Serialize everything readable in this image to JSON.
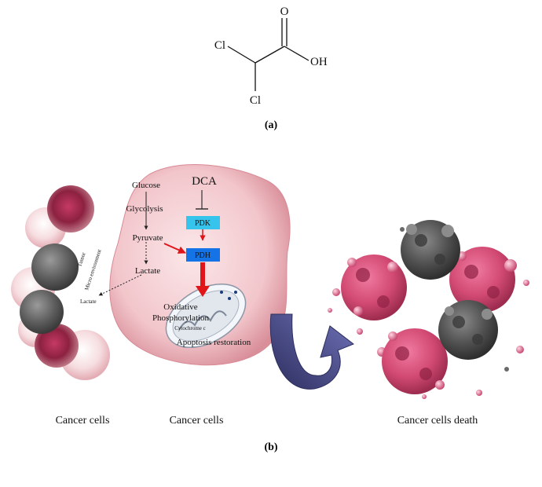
{
  "panel_a": {
    "atoms": {
      "o_top": "O",
      "cl_left": "Cl",
      "oh": "OH",
      "cl_bottom": "Cl"
    },
    "label": "(a)"
  },
  "panel_b": {
    "label": "(b)",
    "microenv": {
      "line1": "Tumor",
      "line2": "Micro environment",
      "lactate": "Lactate"
    },
    "pathway": {
      "glucose": "Glucose",
      "glycolysis": "Glycolysis",
      "pyruvate": "Pyruvate",
      "lactate": "Lactate",
      "dca": "DCA",
      "pdk": "PDK",
      "pdh": "PDH",
      "oxidative": "Oxidative",
      "phosphorylation": "Phosphorylation",
      "cytochrome": "Cytochrome c",
      "apoptosis": "Apoptosis restoration"
    },
    "captions": {
      "left": "Cancer cells",
      "middle": "Cancer cells",
      "right": "Cancer cells death"
    },
    "colors": {
      "pdk_box": "#36c3ec",
      "pdh_box": "#1473e6",
      "red_arrow": "#e0151a",
      "curved_arrow": "#3e3f7a",
      "cancer_cell_body": "#f2c8cc",
      "dying_cell_pink": "#d9557e",
      "dying_cell_gray": "#5c5c5c"
    }
  }
}
